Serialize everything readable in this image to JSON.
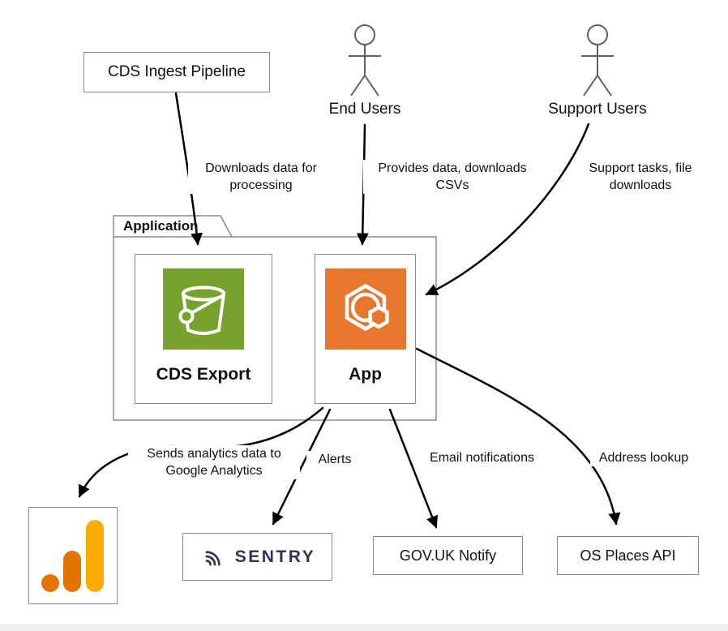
{
  "nodes": {
    "cds_ingest": {
      "label": "CDS Ingest Pipeline"
    },
    "end_users": {
      "label": "End Users"
    },
    "support_users": {
      "label": "Support Users"
    },
    "application": {
      "label": "Application"
    },
    "cds_export": {
      "label": "CDS Export",
      "icon": "aws-s3-bucket-icon"
    },
    "app": {
      "label": "App",
      "icon": "aws-ecs-container-icon"
    },
    "google_analytics": {
      "icon": "google-analytics-logo"
    },
    "sentry": {
      "label": "SENTRY",
      "icon": "sentry-logo-icon"
    },
    "govuk_notify": {
      "label": "GOV.UK Notify"
    },
    "os_places": {
      "label": "OS Places API"
    }
  },
  "edges": {
    "ingest_to_export": {
      "label": "Downloads data for processing"
    },
    "endusers_to_app": {
      "label": "Provides data, downloads CSVs"
    },
    "support_to_app": {
      "label": "Support tasks, file downloads"
    },
    "app_to_ga": {
      "label": "Sends analytics data to Google Analytics"
    },
    "app_to_sentry": {
      "label": "Alerts"
    },
    "app_to_notify": {
      "label": "Email notifications"
    },
    "app_to_osplaces": {
      "label": "Address lookup"
    }
  },
  "colors": {
    "s3_green": "#77A22D",
    "ecs_orange": "#E8762D",
    "ga_amber": "#F9AB00",
    "ga_orange": "#E37400",
    "sentry_purple": "#362D59",
    "edge_black": "#000000",
    "border_gray": "#8A8A8A"
  }
}
